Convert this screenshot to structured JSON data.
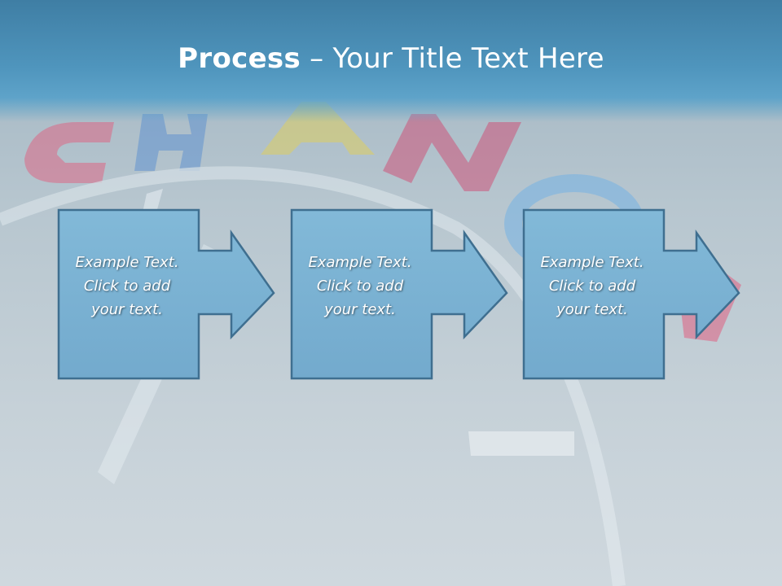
{
  "slide": {
    "title_bold": "Process",
    "title_rest": " – Your Title Text Here"
  },
  "steps": [
    {
      "line1": "Example Text.",
      "line2": "Click  to add",
      "line3": "your text."
    },
    {
      "line1": "Example Text.",
      "line2": "Click  to add",
      "line3": "your text."
    },
    {
      "line1": "Example Text.",
      "line2": "Click  to add",
      "line3": "your text."
    }
  ],
  "colors": {
    "header": "#4f95bd",
    "box_fill": "#7ab3d4",
    "box_stroke": "#3f6f90"
  }
}
